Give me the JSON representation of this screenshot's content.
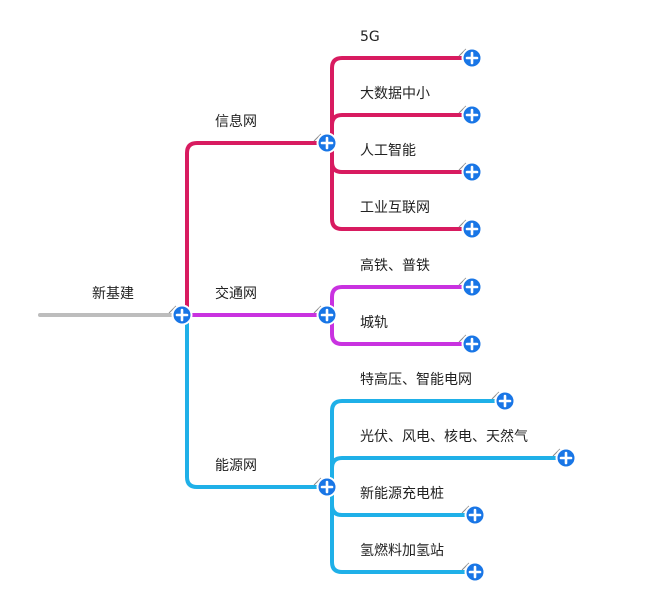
{
  "mindmap": {
    "root": {
      "label": "新基建",
      "color": "#bdbdbd"
    },
    "expand_icon": {
      "name": "plus-circle-icon",
      "fill": "#1976e6",
      "glyph": "+"
    },
    "branches": [
      {
        "label": "信息网",
        "color": "#d81b60",
        "children": [
          "5G",
          "大数据中小",
          "人工智能",
          "工业互联网"
        ]
      },
      {
        "label": "交通网",
        "color": "#c932e0",
        "children": [
          "高铁、普铁",
          "城轨"
        ]
      },
      {
        "label": "能源网",
        "color": "#1fb0e8",
        "children": [
          "特高压、智能电网",
          "光伏、风电、核电、天然气",
          "新能源充电桩",
          "氢燃料加氢站"
        ]
      }
    ]
  }
}
